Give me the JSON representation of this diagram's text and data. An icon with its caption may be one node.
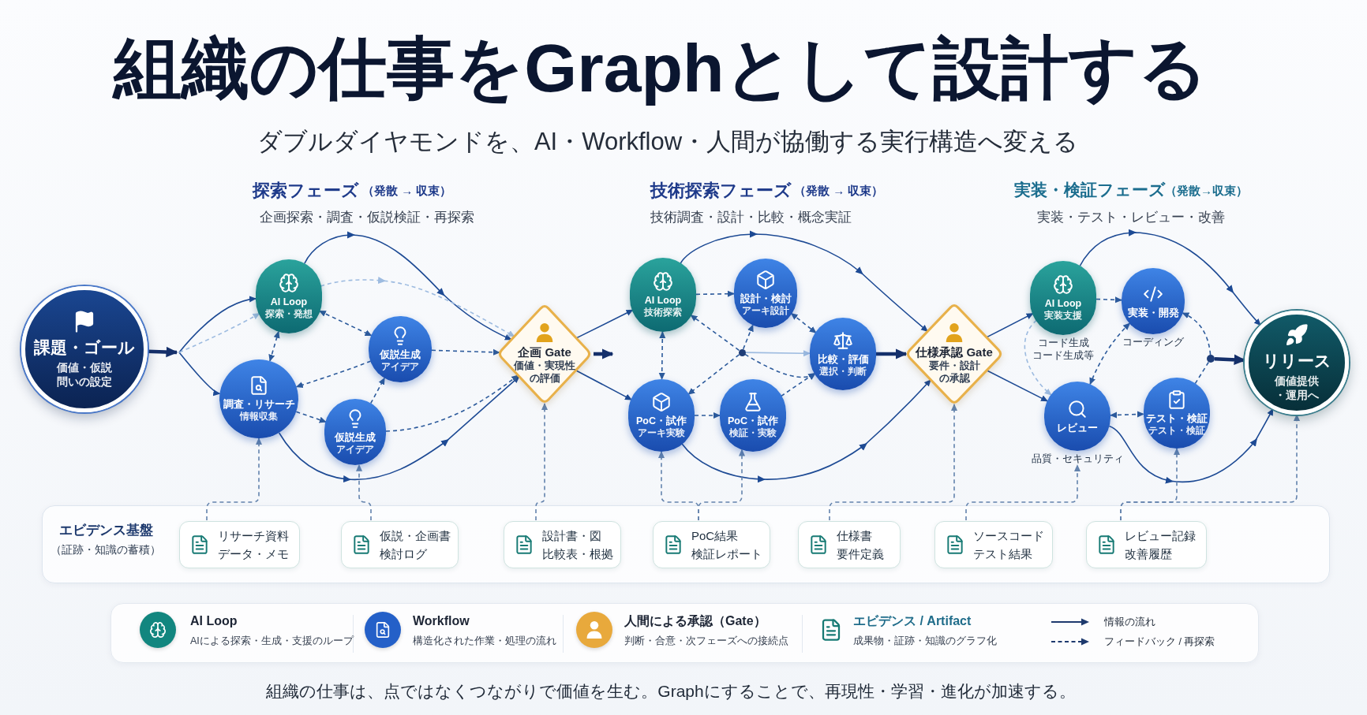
{
  "diagram": {
    "title": "組織の仕事をGraphとして設計する",
    "caption": "組織の仕事は、点ではなくつながりで価値を生む。Graphにすることで、再現性・学習・進化が加速する。",
    "nodes": [
      {
        "text": [
          "課題・ゴール",
          "価値・仮説問いの設定"
        ]
      },
      {
        "text": [
          "AI Loop",
          "探索・発想"
        ]
      },
      {
        "text": [
          "仮説生成",
          "アイデア"
        ]
      },
      {
        "text": [
          "調査・リサーチ",
          "情報収集"
        ]
      },
      {
        "text": [
          "仮説生成",
          "アイデア"
        ]
      },
      {
        "text": [
          "企画 Gate",
          "価値・実現性の評価"
        ]
      },
      {
        "text": [
          "AI Loop",
          "技術探索"
        ]
      },
      {
        "text": [
          "設計・検討",
          "アーキ設計"
        ]
      },
      {
        "text": [],
        "shape": "dot"
      },
      {
        "text": [
          "比較・評価",
          "選択・判断"
        ]
      },
      {
        "text": [
          "PoC・試作",
          "アーキ実験"
        ]
      },
      {
        "text": [
          "PoC・試作",
          "検証・実験"
        ]
      },
      {
        "text": [
          "仕様承認 Gate",
          "要件・設計の承認"
        ]
      },
      {
        "text": [
          "AI Loop",
          "実装支援"
        ],
        "beside": [
          "コード生成",
          "コード生成等"
        ]
      },
      {
        "text": [
          "実装・開発"
        ],
        "beside": [
          "コーディング"
        ]
      },
      {
        "text": [
          "レビュー"
        ],
        "beside": [
          "品質・セキュリティ"
        ]
      },
      {
        "text": [
          "テスト・検証",
          "テスト・検証"
        ]
      },
      {
        "text": [],
        "shape": "dot"
      },
      {
        "text": [
          "リリース",
          "価値提供・運用へ"
        ]
      },
      {
        "text": [
          "エビデンス基盤",
          "（証跡・知識の蓄積）"
        ]
      },
      {
        "text": [
          "リサーチ資料",
          "データ・メモ"
        ],
        "in": 19
      },
      {
        "text": [
          "仮説・企画書",
          "検討ログ"
        ],
        "in": 19
      },
      {
        "text": [
          "設計書・図",
          "比較表・根拠"
        ],
        "in": 19
      },
      {
        "text": [
          "PoC結果",
          "検証レポート"
        ],
        "in": 19
      },
      {
        "text": [
          "仕様書",
          "要件定義"
        ],
        "in": 19
      },
      {
        "text": [
          "ソースコード",
          "テスト結果"
        ],
        "in": 19
      },
      {
        "text": [
          "レビュー記録",
          "改善履歴"
        ],
        "in": 19
      }
    ],
    "edges": [
      {
        "from": 0,
        "to": 1,
        "arrow": "to"
      },
      {
        "from": 0,
        "to": 3,
        "arrow": "to"
      },
      {
        "from": 0,
        "to": 1,
        "arrow": "to",
        "style": "dashed",
        "color": "#9dbbe0"
      },
      {
        "from": 1,
        "to": 5,
        "arrow": "to"
      },
      {
        "from": 3,
        "to": 5,
        "arrow": "to"
      },
      {
        "from": 1,
        "to": 5,
        "arrow": "to",
        "style": "dashed",
        "color": "#9dbbe0"
      },
      {
        "from": 1,
        "to": 2,
        "arrow": "both",
        "style": "dashed"
      },
      {
        "from": 3,
        "to": 1,
        "arrow": "both",
        "style": "dashed"
      },
      {
        "from": 2,
        "to": 3,
        "arrow": "to",
        "style": "dashed"
      },
      {
        "from": 3,
        "to": 4,
        "arrow": "to",
        "style": "dashed"
      },
      {
        "from": 4,
        "to": 2,
        "arrow": "to",
        "style": "dashed"
      },
      {
        "from": 2,
        "to": 5,
        "arrow": "to",
        "style": "dashed"
      },
      {
        "from": 4,
        "to": 5,
        "arrow": "to",
        "style": "dashed"
      },
      {
        "from": 5,
        "to": 6,
        "arrow": "to"
      },
      {
        "from": 5,
        "to": 10,
        "arrow": "to"
      },
      {
        "from": 6,
        "to": 12,
        "arrow": "to"
      },
      {
        "from": 10,
        "to": 12,
        "arrow": "to"
      },
      {
        "from": 6,
        "to": 7,
        "arrow": "to",
        "style": "dashed"
      },
      {
        "from": 7,
        "to": 9,
        "arrow": "both",
        "style": "dashed"
      },
      {
        "from": 6,
        "to": 10,
        "arrow": "both",
        "style": "dashed"
      },
      {
        "from": 8,
        "to": 6,
        "arrow": "to",
        "style": "dashed"
      },
      {
        "from": 8,
        "to": 10,
        "arrow": "to",
        "style": "dashed"
      },
      {
        "from": 8,
        "to": 7,
        "arrow": "to",
        "style": "dashed"
      },
      {
        "from": 8,
        "to": 9,
        "arrow": "to",
        "color": "#9dbbe0"
      },
      {
        "from": 8,
        "to": 9,
        "arrow": "to",
        "style": "dashed"
      },
      {
        "from": 10,
        "to": 11,
        "arrow": "to",
        "style": "dashed"
      },
      {
        "from": 11,
        "to": 9,
        "arrow": "to",
        "style": "dashed"
      },
      {
        "from": 9,
        "to": 12,
        "arrow": "to",
        "style": "thick"
      },
      {
        "from": 12,
        "to": 13,
        "arrow": "to"
      },
      {
        "from": 12,
        "to": 15,
        "arrow": "to"
      },
      {
        "from": 13,
        "to": 18,
        "arrow": "to"
      },
      {
        "from": 15,
        "to": 18,
        "arrow": "to"
      },
      {
        "from": 13,
        "to": 14,
        "arrow": "to",
        "style": "dashed"
      },
      {
        "from": 13,
        "to": 15,
        "arrow": "to",
        "style": "dashed",
        "color": "#9dbbe0"
      },
      {
        "from": 14,
        "to": 15,
        "arrow": "both",
        "style": "dashed"
      },
      {
        "from": 15,
        "to": 16,
        "arrow": "both",
        "style": "dashed"
      },
      {
        "from": 17,
        "to": 14,
        "arrow": "to",
        "style": "dashed"
      },
      {
        "from": 16,
        "to": 17,
        "arrow": "none",
        "style": "dashed"
      },
      {
        "from": 17,
        "to": 18,
        "arrow": "to",
        "style": "thick"
      },
      {
        "from": 20,
        "to": 3,
        "arrow": "to",
        "style": "dashed",
        "color": "#6383ad"
      },
      {
        "from": 21,
        "to": 4,
        "arrow": "to",
        "style": "dashed",
        "color": "#6383ad"
      },
      {
        "from": 22,
        "to": 5,
        "arrow": "to",
        "style": "dashed",
        "color": "#6383ad"
      },
      {
        "from": 23,
        "to": 10,
        "arrow": "to",
        "style": "dashed",
        "color": "#6383ad"
      },
      {
        "from": 23,
        "to": 11,
        "arrow": "to",
        "style": "dashed",
        "color": "#6383ad"
      },
      {
        "from": 24,
        "to": 12,
        "arrow": "to",
        "style": "dashed",
        "color": "#6383ad"
      },
      {
        "from": 25,
        "to": 15,
        "arrow": "to",
        "style": "dashed",
        "color": "#6383ad"
      },
      {
        "from": 26,
        "to": 16,
        "arrow": "to",
        "style": "dashed",
        "color": "#6383ad"
      },
      {
        "from": 26,
        "to": 18,
        "arrow": "to",
        "style": "dashed",
        "color": "#6383ad"
      }
    ],
    "labels": [
      "ダブルダイヤモンドを、AI・Workflow・人間が協働する実行構造へ変える",
      "探索フェーズ",
      "（発散 → 収束）",
      "企画探索・調査・仮説検証・再探索",
      "技術探索フェーズ",
      "（発散 → 収束）",
      "技術調査・設計・比較・概念実証",
      "実装・検証フェーズ",
      "（発散→収束）",
      "実装・テスト・レビュー・改善",
      "AIによる探索・生成・支援のループ",
      "構造化された作業・処理の流れ",
      "判断・合意・次フェーズへの接続点",
      "成果物・証跡・知識のグラフ化"
    ],
    "legend": [
      {
        "text": "AI Loop",
        "color": "#12867f"
      },
      {
        "text": "Workflow",
        "color": "#2460c8"
      },
      {
        "text": "人間による承認（Gate）",
        "color": "#e8a93c"
      },
      {
        "text": "エビデンス / Artifact"
      },
      {
        "text": "情報の流れ"
      },
      {
        "text": "フィードバック / 再探索"
      }
    ]
  }
}
